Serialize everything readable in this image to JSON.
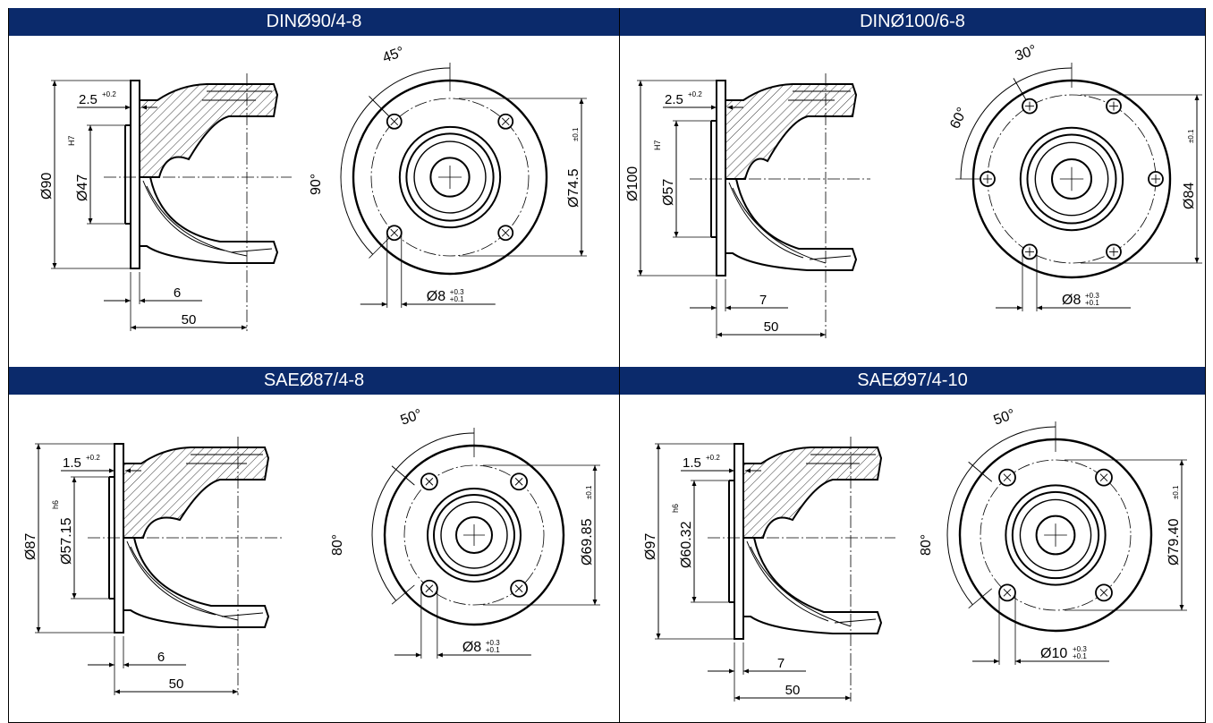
{
  "panels": [
    {
      "title": "DINØ90/4-8",
      "side": {
        "flange_t": "2.5",
        "flange_tol": "+0.2",
        "outer_dia": "90",
        "pilot_dia": "47",
        "pilot_fit": "H7",
        "thk": "6",
        "length": "50"
      },
      "front": {
        "angle1": "45°",
        "angle2": "90°",
        "bc_dia": "74.5",
        "bc_tol": "±0.1",
        "hole_dia": "8",
        "hole_tol_up": "+0.3",
        "hole_tol_lo": "+0.1",
        "holes": 4
      }
    },
    {
      "title": "DINØ100/6-8",
      "side": {
        "flange_t": "2.5",
        "flange_tol": "+0.2",
        "outer_dia": "100",
        "pilot_dia": "57",
        "pilot_fit": "H7",
        "thk": "7",
        "length": "50"
      },
      "front": {
        "angle1": "30°",
        "angle2": "60°",
        "bc_dia": "84",
        "bc_tol": "±0.1",
        "hole_dia": "8",
        "hole_tol_up": "+0.3",
        "hole_tol_lo": "+0.1",
        "holes": 6
      }
    },
    {
      "title": "SAEØ87/4-8",
      "side": {
        "flange_t": "1.5",
        "flange_tol": "+0.2",
        "outer_dia": "87",
        "pilot_dia": "57.15",
        "pilot_fit": "h6",
        "thk": "6",
        "length": "50"
      },
      "front": {
        "angle1": "50°",
        "angle2": "80°",
        "bc_dia": "69.85",
        "bc_tol": "±0.1",
        "hole_dia": "8",
        "hole_tol_up": "+0.3",
        "hole_tol_lo": "+0.1",
        "holes": 4
      }
    },
    {
      "title": "SAEØ97/4-10",
      "side": {
        "flange_t": "1.5",
        "flange_tol": "+0.2",
        "outer_dia": "97",
        "pilot_dia": "60.32",
        "pilot_fit": "h6",
        "thk": "7",
        "length": "50"
      },
      "front": {
        "angle1": "50°",
        "angle2": "80°",
        "bc_dia": "79.40",
        "bc_tol": "±0.1",
        "hole_dia": "10",
        "hole_tol_up": "+0.3",
        "hole_tol_lo": "+0.1",
        "holes": 4
      }
    }
  ]
}
